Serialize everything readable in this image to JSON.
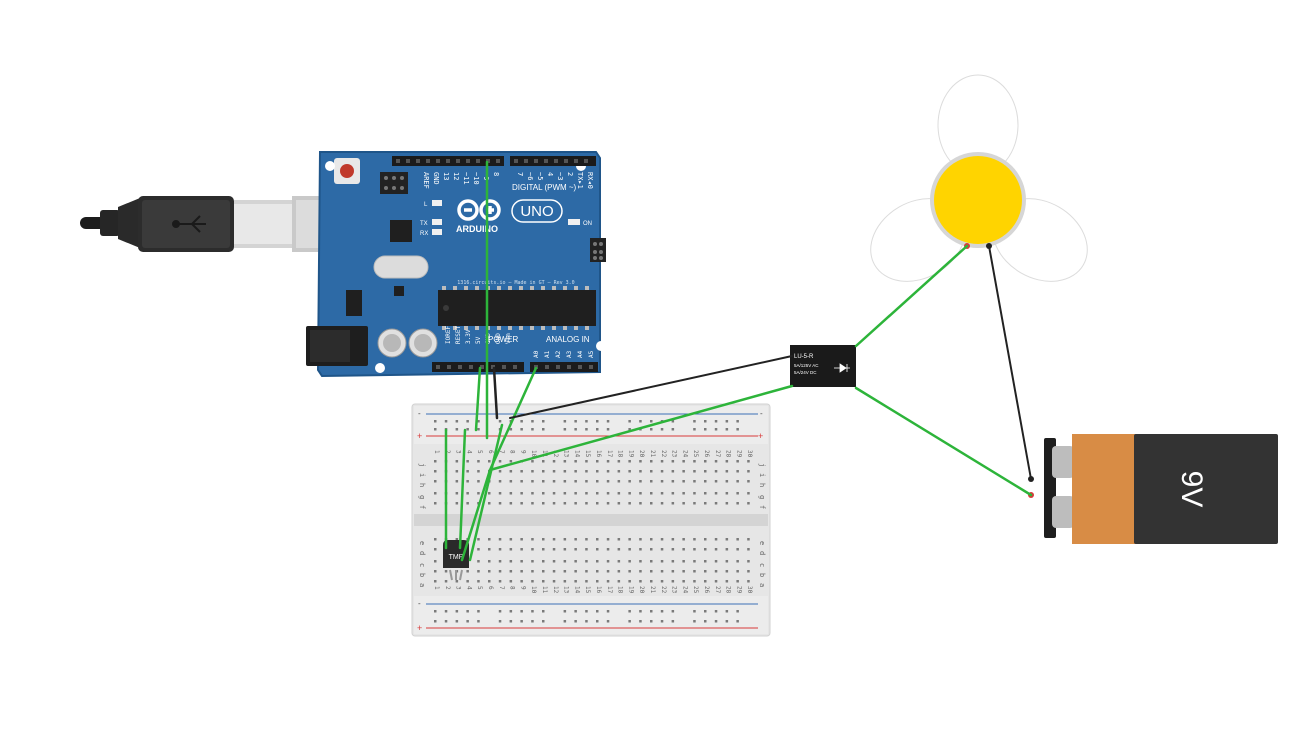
{
  "colors": {
    "board_blue": "#2d6aa6",
    "board_edge": "#1f5589",
    "wire_green": "#2db43a",
    "wire_black": "#222222",
    "rail_red": "#d83a3a",
    "rail_blue": "#3b6fb6",
    "breadboard": "#e6e6e6",
    "battery_orange": "#d88c45",
    "battery_dark": "#333333",
    "fan_hub": "#ffd400",
    "relay_body": "#1a1a1a"
  },
  "arduino": {
    "brand": "ARDUINO",
    "model": "UNO",
    "digital_label": "DIGITAL (PWM ~)",
    "power_label": "POWER",
    "analog_label": "ANALOG IN",
    "led_l": "L",
    "led_tx": "TX",
    "led_rx": "RX",
    "on_label": "ON",
    "chip_text": "1316.circuits.io — Made in GT — Rev 3.0",
    "top_pins": [
      "AREF",
      "GND",
      "13",
      "12",
      "~11",
      "~10",
      "~9",
      "8",
      "7",
      "~6",
      "~5",
      "4",
      "~3",
      "2",
      "TX▸1",
      "RX◂0"
    ],
    "power_pins": [
      "IOREF",
      "RESET",
      "3.3V",
      "5V",
      "GND",
      "GND",
      "Vin"
    ],
    "analog_pins": [
      "A0",
      "A1",
      "A2",
      "A3",
      "A4",
      "A5"
    ],
    "icon": "usb-cable-icon"
  },
  "breadboard": {
    "row_letters_top": [
      "j",
      "i",
      "h",
      "g",
      "f"
    ],
    "row_letters_bottom": [
      "e",
      "d",
      "c",
      "b",
      "a"
    ],
    "columns": 30,
    "rail_plus": "+",
    "rail_minus": "-"
  },
  "sensor": {
    "label": "TMP"
  },
  "relay": {
    "title": "LU-5-R",
    "line1": "5A/125V AC",
    "line2": "5A/24V DC"
  },
  "battery": {
    "label": "9V"
  },
  "fan": {
    "icon": "fan-motor-icon"
  }
}
